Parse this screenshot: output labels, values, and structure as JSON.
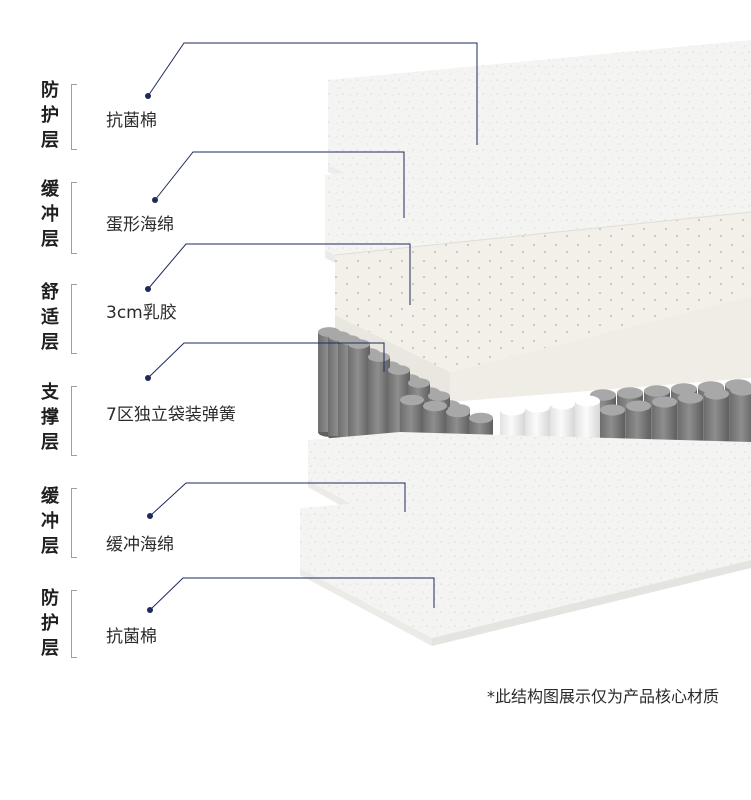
{
  "layers": [
    {
      "category": [
        "防",
        "护",
        "层"
      ],
      "label": "抗菌棉"
    },
    {
      "category": [
        "缓",
        "冲",
        "层"
      ],
      "label": "蛋形海绵"
    },
    {
      "category": [
        "舒",
        "适",
        "层"
      ],
      "label": "3cm乳胶"
    },
    {
      "category": [
        "支",
        "撑",
        "层"
      ],
      "label": "7区独立袋装弹簧"
    },
    {
      "category": [
        "缓",
        "冲",
        "层"
      ],
      "label": "缓冲海绵"
    },
    {
      "category": [
        "防",
        "护",
        "层"
      ],
      "label": "抗菌棉"
    }
  ],
  "footnote": "*此结构图展示仅为产品核心材质",
  "colors": {
    "leader_line": "#1f2a5c",
    "foam_fill": "#f3f3f1",
    "foam_edge": "#e2e2df",
    "latex_fill": "#f1efe8",
    "spring_grey": "#808080",
    "spring_white": "#f4f4f4"
  },
  "icons": [
    "leader-dot-icon"
  ]
}
